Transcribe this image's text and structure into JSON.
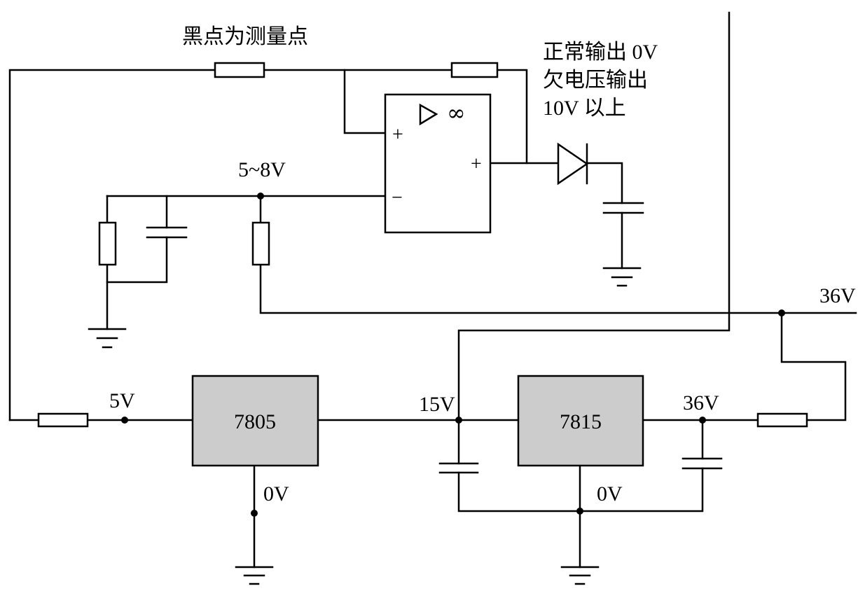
{
  "note": "黑点为测量点",
  "output_status": {
    "line1": "正常输出 0V",
    "line2": "欠电压输出",
    "line3": "10V 以上"
  },
  "opamp": {
    "gain_symbol": "∞",
    "noninverting_input": "+",
    "inverting_input": "−",
    "output_sign": "+"
  },
  "nodes": {
    "divider_voltage": "5~8V",
    "supply_36v": "36V",
    "out_5v": "5V",
    "node_15v": "15V",
    "node_36v": "36V",
    "ground_7805": "0V",
    "ground_7815": "0V"
  },
  "regulators": {
    "left": "7805",
    "right": "7815"
  },
  "colors": {
    "line": "#000000",
    "regulator_fill": "#cccccc",
    "background": "#ffffff"
  }
}
